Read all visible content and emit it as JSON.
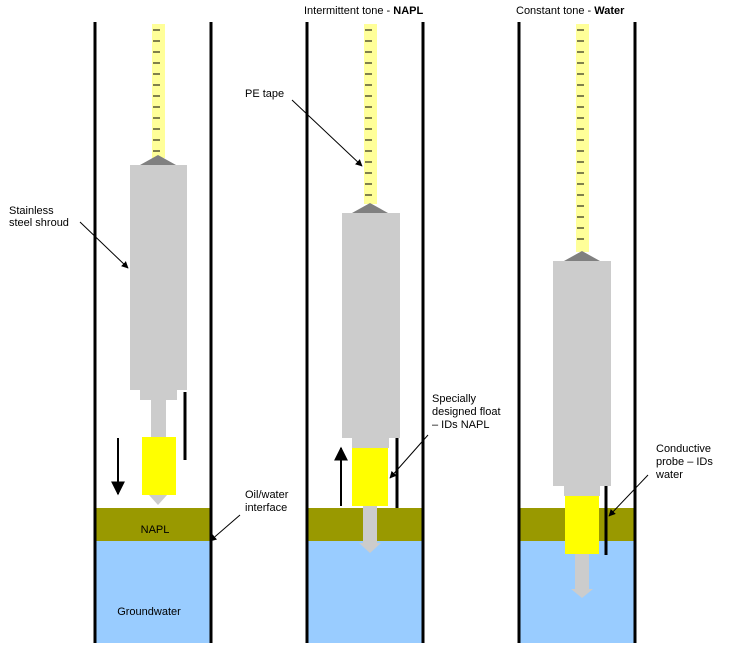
{
  "panels": [
    {
      "title_prefix": "",
      "title_bold": "",
      "labels": {
        "shroud_line1": "Stainless",
        "shroud_line2": "steel shroud",
        "interface_line1": "Oil/water",
        "interface_line2": "interface",
        "napl": "NAPL",
        "groundwater": "Groundwater"
      }
    },
    {
      "title_prefix": "Intermittent tone - ",
      "title_bold": "NAPL",
      "labels": {
        "tape": "PE tape",
        "float_line1": "Specially",
        "float_line2": "designed float",
        "float_line3": "– IDs NAPL"
      }
    },
    {
      "title_prefix": "Constant tone - ",
      "title_bold": "Water",
      "labels": {
        "probe_line1": "Conductive",
        "probe_line2": "probe – IDs",
        "probe_line3": "water"
      }
    }
  ],
  "colors": {
    "well_wall": "#000000",
    "napl_layer": "#999900",
    "groundwater": "#99ccff",
    "tape": "#ffff99",
    "shroud": "#cccccc",
    "cone": "#808080",
    "float": "#ffff00"
  }
}
